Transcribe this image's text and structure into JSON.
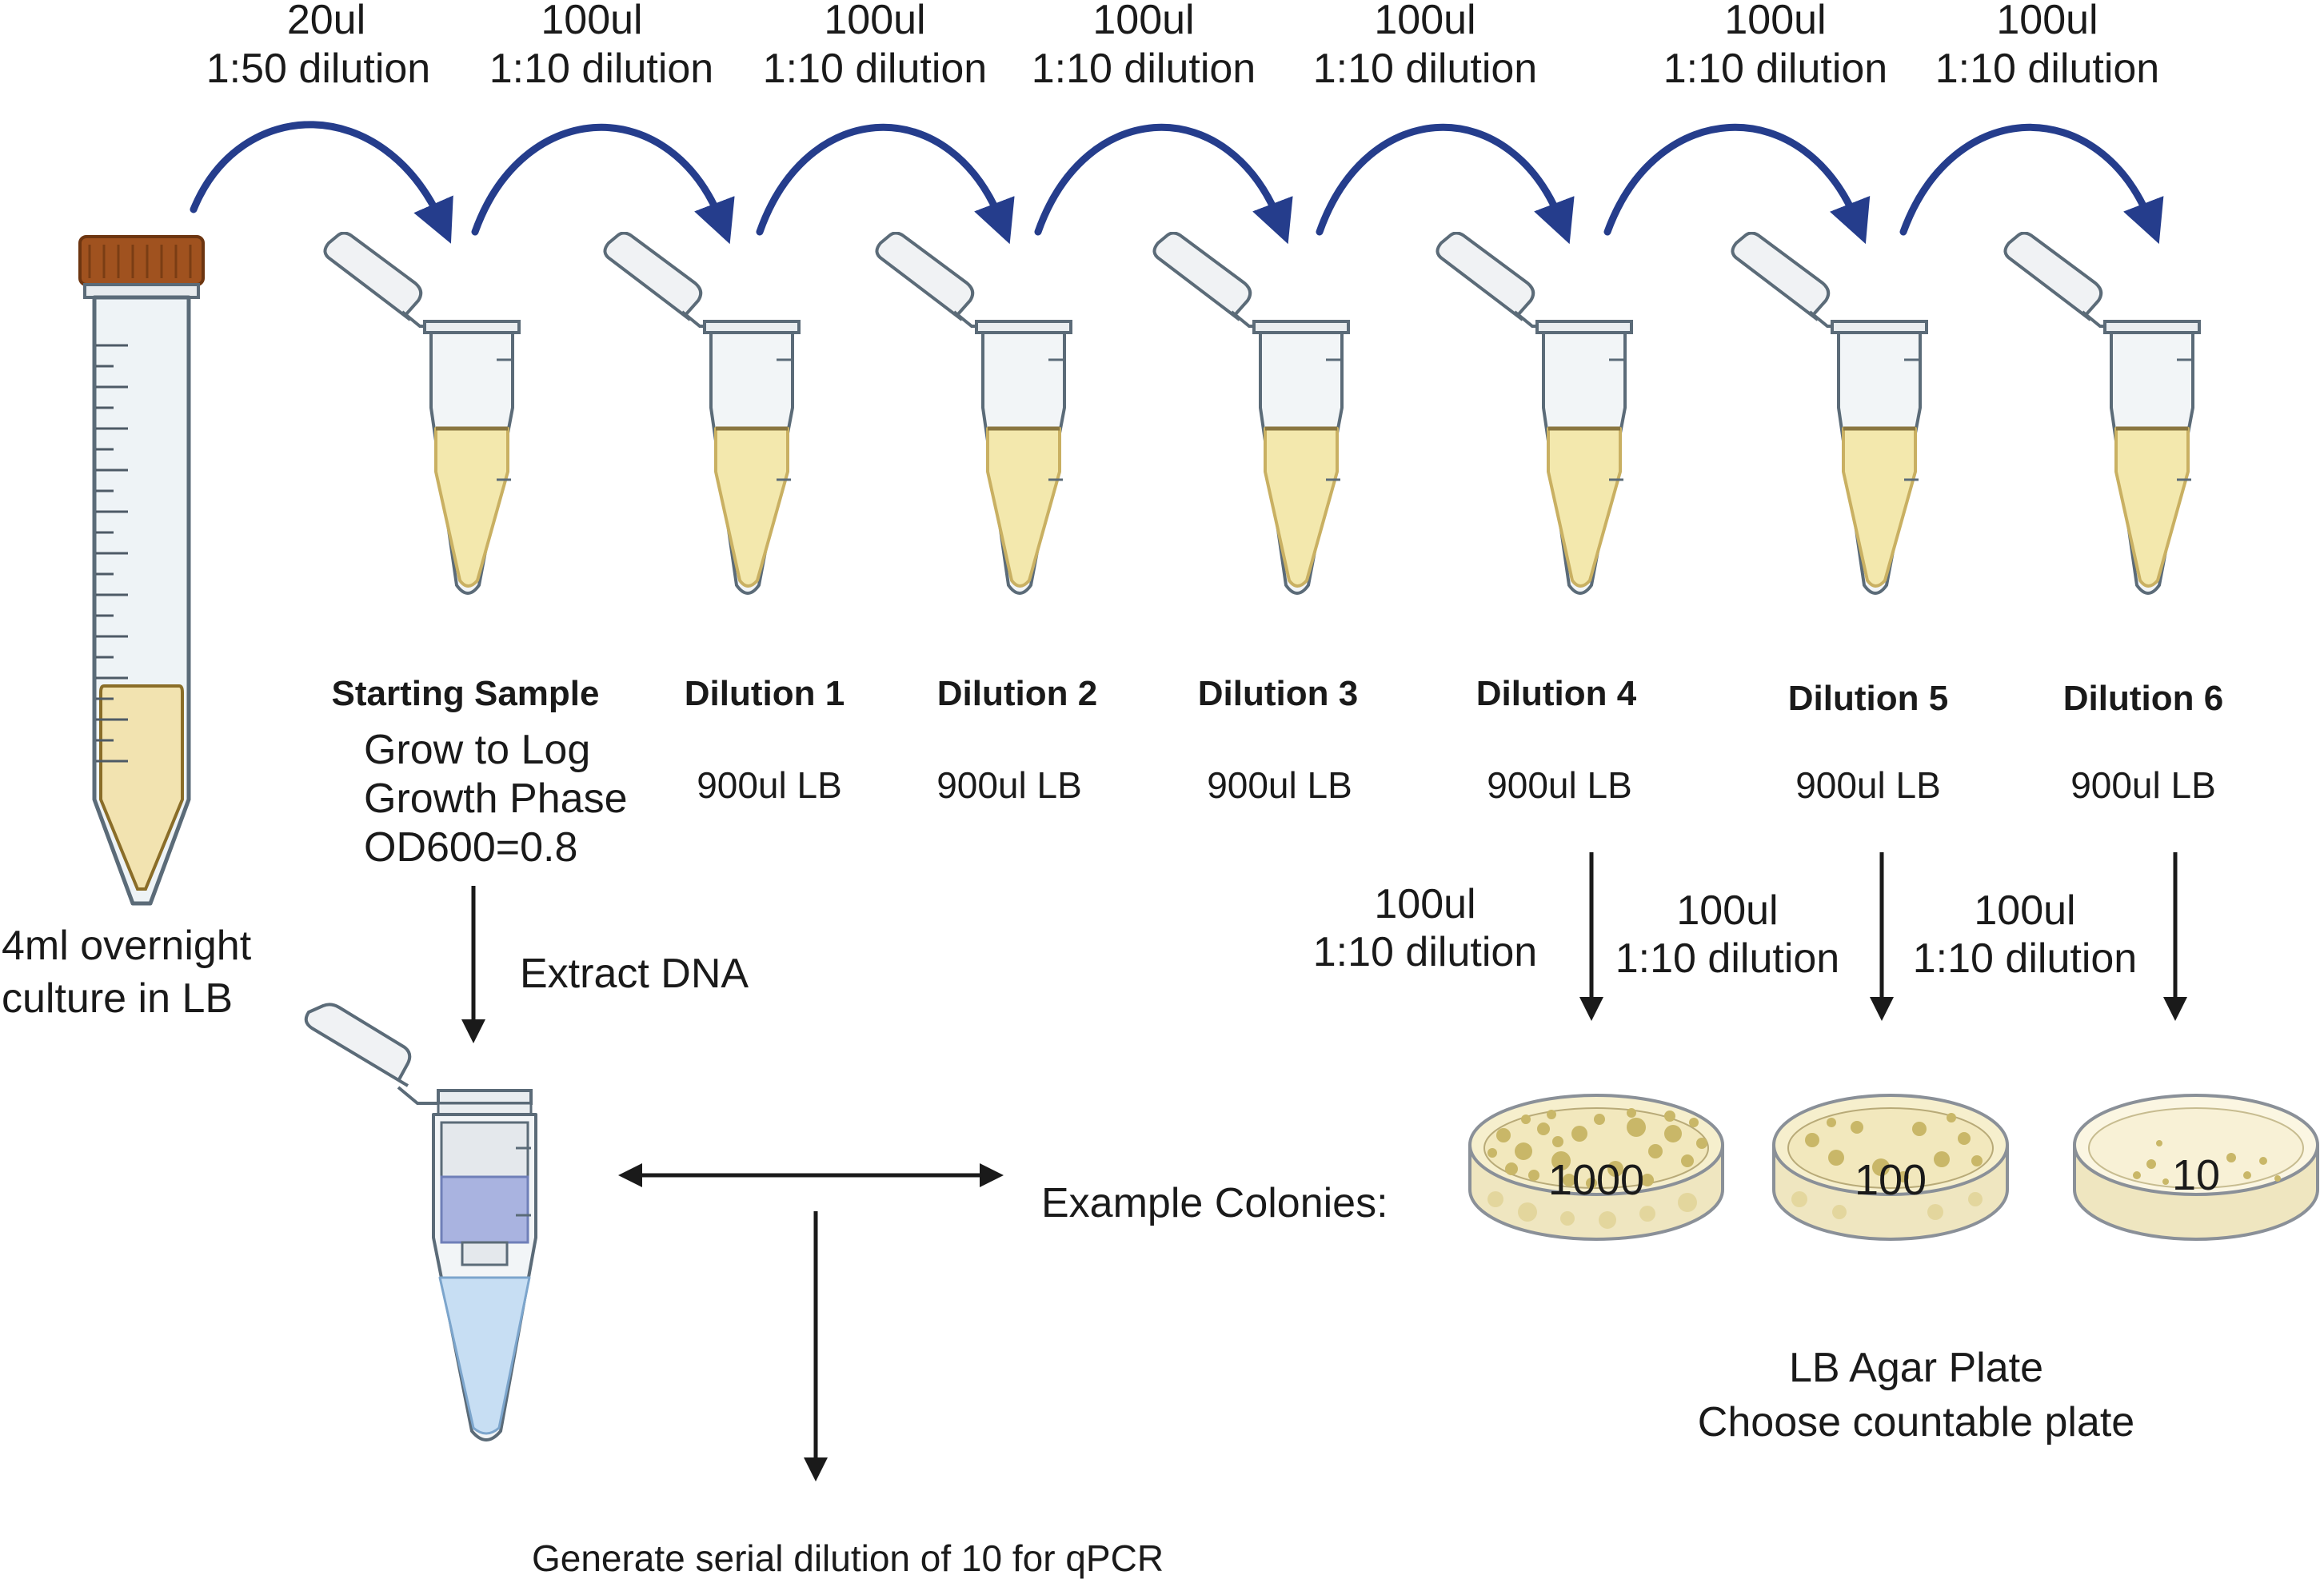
{
  "transfers": [
    {
      "volume": "20ul",
      "ratio": "1:50 dilution"
    },
    {
      "volume": "100ul",
      "ratio": "1:10 dilution"
    },
    {
      "volume": "100ul",
      "ratio": "1:10 dilution"
    },
    {
      "volume": "100ul",
      "ratio": "1:10 dilution"
    },
    {
      "volume": "100ul",
      "ratio": "1:10 dilution"
    },
    {
      "volume": "100ul",
      "ratio": "1:10 dilution"
    },
    {
      "volume": "100ul",
      "ratio": "1:10 dilution"
    }
  ],
  "culture": {
    "line1": "4ml overnight",
    "line2": "culture in LB"
  },
  "tubes": [
    {
      "title": "Starting Sample",
      "note_lines": [
        "Grow to Log",
        "Growth Phase",
        "OD600=0.8"
      ]
    },
    {
      "title": "Dilution 1",
      "note_lines": [
        "900ul LB"
      ]
    },
    {
      "title": "Dilution 2",
      "note_lines": [
        "900ul LB"
      ]
    },
    {
      "title": "Dilution 3",
      "note_lines": [
        "900ul LB"
      ]
    },
    {
      "title": "Dilution 4",
      "note_lines": [
        "900ul LB"
      ]
    },
    {
      "title": "Dilution 5",
      "note_lines": [
        "900ul LB"
      ]
    },
    {
      "title": "Dilution 6",
      "note_lines": [
        "900ul LB"
      ]
    }
  ],
  "plating": [
    {
      "volume": "100ul",
      "ratio": "1:10 dilution"
    },
    {
      "volume": "100ul",
      "ratio": "1:10 dilution"
    },
    {
      "volume": "100ul",
      "ratio": "1:10 dilution"
    }
  ],
  "extract_label": "Extract DNA",
  "example_label": "Example Colonies:",
  "plates": [
    {
      "count": "1000"
    },
    {
      "count": "100"
    },
    {
      "count": "10"
    }
  ],
  "plate_caption": {
    "line1": "LB Agar Plate",
    "line2": "Choose countable plate"
  },
  "qpcr_label": "Generate serial dilution of 10 for qPCR",
  "colors": {
    "arc_arrow": "#253d8c",
    "arrow": "#1a1a1a",
    "culture_liquid": "#f2e3b0",
    "tube_liquid": "#f3e8ad",
    "cap_brown": "#a0521f",
    "dna_band": "#a9b3e0",
    "dna_liquid": "#c7def3",
    "plate_agar": "#f6efcd",
    "colony": "#d2c27a"
  }
}
